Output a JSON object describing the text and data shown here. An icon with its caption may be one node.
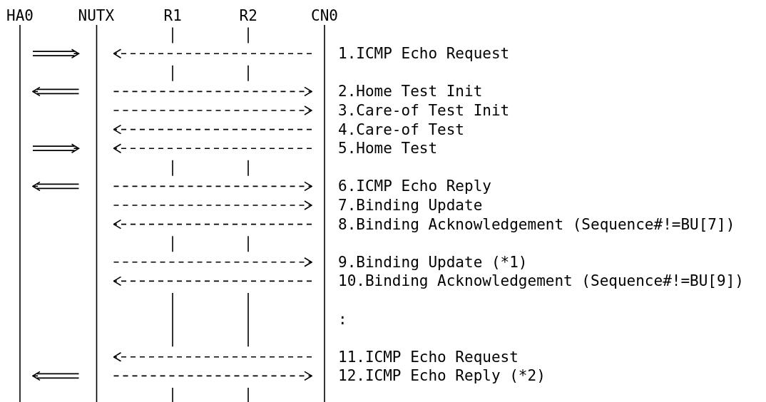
{
  "diagram": {
    "nodes": [
      {
        "text": [
          "HA0"
        ]
      },
      {
        "text": [
          "NUTX"
        ]
      },
      {
        "text": [
          "R1"
        ]
      },
      {
        "text": [
          "R2"
        ]
      },
      {
        "text": [
          "CN0"
        ]
      }
    ],
    "edges": [
      {
        "from": 0,
        "to": 1,
        "arrow": "to"
      },
      {
        "from": 4,
        "to": 1,
        "arrow": "to",
        "style": "dashed",
        "label": "1.ICMP Echo Request"
      },
      {
        "from": 1,
        "to": 0,
        "arrow": "to"
      },
      {
        "from": 1,
        "to": 4,
        "arrow": "to",
        "style": "dashed",
        "label": "2.Home Test Init"
      },
      {
        "from": 1,
        "to": 4,
        "arrow": "to",
        "style": "dashed",
        "label": "3.Care-of Test Init"
      },
      {
        "from": 4,
        "to": 1,
        "arrow": "to",
        "style": "dashed",
        "label": "4.Care-of Test"
      },
      {
        "from": 0,
        "to": 1,
        "arrow": "to"
      },
      {
        "from": 4,
        "to": 1,
        "arrow": "to",
        "style": "dashed",
        "label": "5.Home Test"
      },
      {
        "from": 1,
        "to": 0,
        "arrow": "to"
      },
      {
        "from": 1,
        "to": 4,
        "arrow": "to",
        "style": "dashed",
        "label": "6.ICMP Echo Reply"
      },
      {
        "from": 1,
        "to": 4,
        "arrow": "to",
        "style": "dashed",
        "label": "7.Binding Update"
      },
      {
        "from": 4,
        "to": 1,
        "arrow": "to",
        "style": "dashed",
        "label": "8.Binding Acknowledgement (Sequence#!=BU[7])"
      },
      {
        "from": 1,
        "to": 4,
        "arrow": "to",
        "style": "dashed",
        "label": "9.Binding Update (*1)"
      },
      {
        "from": 4,
        "to": 1,
        "arrow": "to",
        "style": "dashed",
        "label": "10.Binding Acknowledgement (Sequence#!=BU[9])"
      },
      {
        "from": 4,
        "to": 1,
        "arrow": "to",
        "style": "dashed",
        "label": "11.ICMP Echo Request"
      },
      {
        "from": 1,
        "to": 0,
        "arrow": "to"
      },
      {
        "from": 1,
        "to": 4,
        "arrow": "to",
        "style": "dashed",
        "label": "12.ICMP Echo Reply (*2)"
      }
    ],
    "labels": [
      ":"
    ]
  }
}
